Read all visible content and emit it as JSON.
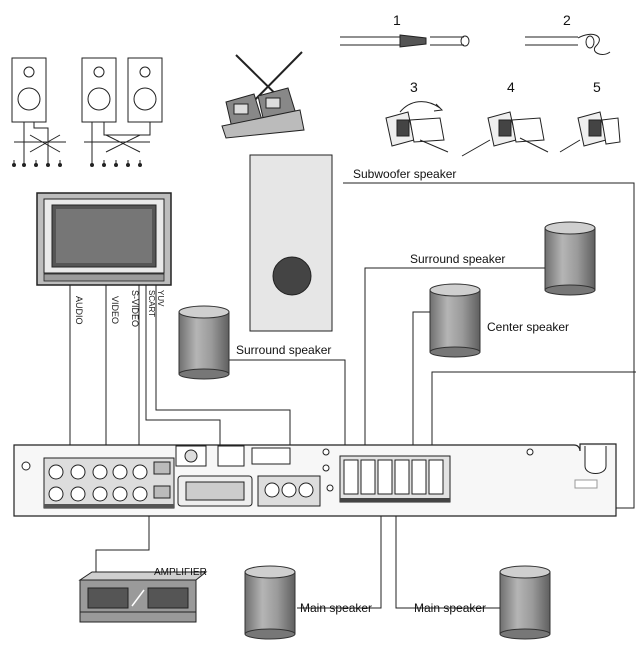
{
  "labels": {
    "subwoofer": "Subwoofer speaker",
    "surround_right": "Surround speaker",
    "surround_left": "Surround speaker",
    "center": "Center speaker",
    "amplifier": "AMPLIFIER",
    "main_left": "Main speaker",
    "main_right": "Main speaker"
  },
  "tv_cables": {
    "audio": "AUDIO",
    "video": "VIDEO",
    "svideo": "S-VIDEO",
    "scart": "SCART",
    "yuv": "YUV"
  },
  "steps": [
    "1",
    "2",
    "3",
    "4",
    "5"
  ],
  "colors": {
    "line": "#222222",
    "speaker_fill": "#9a9a9a",
    "speaker_top": "#d0d0d0",
    "subwoofer_fill": "#e6e6e6",
    "panel_fill": "#f7f7f7"
  }
}
